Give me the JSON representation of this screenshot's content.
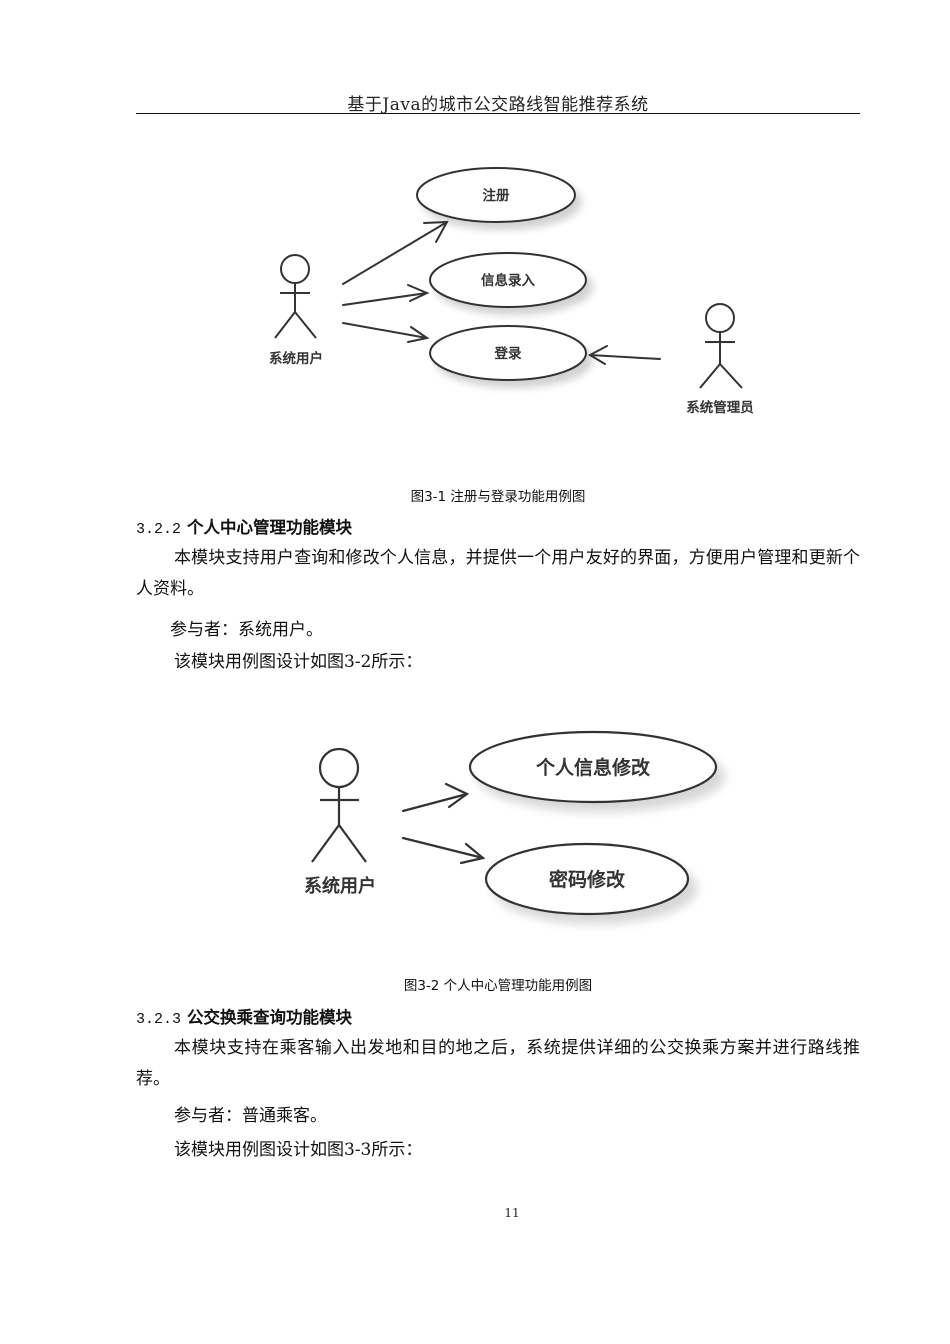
{
  "header": {
    "running_title": "基于Java的城市公交路线智能推荐系统"
  },
  "figure_1": {
    "caption": "图3-1 注册与登录功能用例图",
    "actors": [
      {
        "label": "系统用户"
      },
      {
        "label": "系统管理员"
      }
    ],
    "use_cases": [
      {
        "label": "注册"
      },
      {
        "label": "信息录入"
      },
      {
        "label": "登录"
      }
    ],
    "associations": [
      {
        "from": "系统用户",
        "to": "注册"
      },
      {
        "from": "系统用户",
        "to": "信息录入"
      },
      {
        "from": "系统用户",
        "to": "登录"
      },
      {
        "from": "系统管理员",
        "to": "登录"
      }
    ]
  },
  "section_322": {
    "number": "3.2.2",
    "title": "个人中心管理功能模块",
    "paragraph": "本模块支持用户查询和修改个人信息，并提供一个用户友好的界面，方便用户管理和更新个人资料。",
    "participants": "参与者：系统用户。",
    "figure_ref": "该模块用例图设计如图3-2所示："
  },
  "figure_2": {
    "caption": "图3-2 个人中心管理功能用例图",
    "actors": [
      {
        "label": "系统用户"
      }
    ],
    "use_cases": [
      {
        "label": "个人信息修改"
      },
      {
        "label": "密码修改"
      }
    ],
    "associations": [
      {
        "from": "系统用户",
        "to": "个人信息修改"
      },
      {
        "from": "系统用户",
        "to": "密码修改"
      }
    ]
  },
  "section_323": {
    "number": "3.2.3",
    "title": "公交换乘查询功能模块",
    "paragraph": "本模块支持在乘客输入出发地和目的地之后，系统提供详细的公交换乘方案并进行路线推荐。",
    "participants": "参与者：普通乘客。",
    "figure_ref": "该模块用例图设计如图3-3所示："
  },
  "footer": {
    "page_number": "11"
  }
}
